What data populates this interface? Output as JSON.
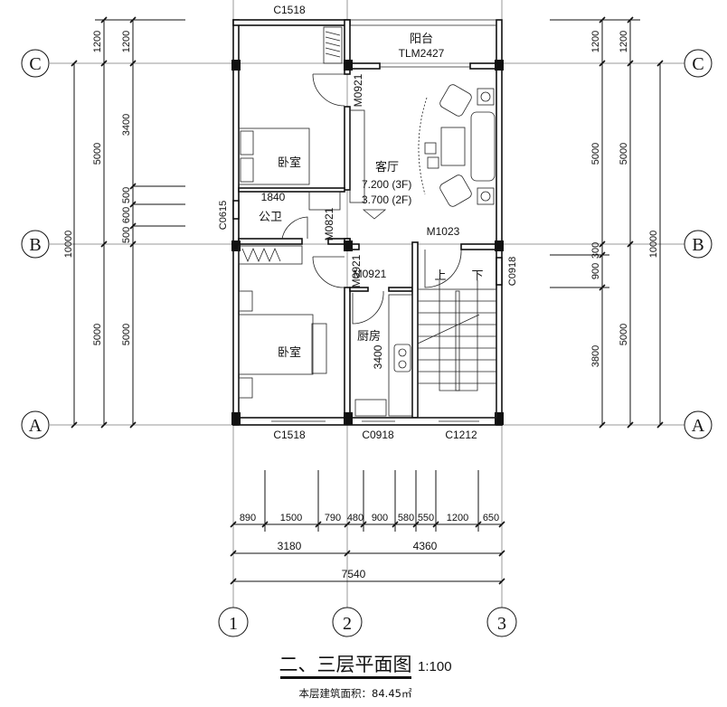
{
  "plan": {
    "title": "二、三层平面图",
    "scale": "1:100",
    "area_note": "本层建筑面积：84.45㎡",
    "axes": {
      "row_c": "C",
      "row_b": "B",
      "row_a": "A",
      "col_1": "1",
      "col_2": "2",
      "col_3": "3"
    },
    "rooms": {
      "bedroom_top": "卧室",
      "bedroom_bottom": "卧室",
      "living": "客厅",
      "balcony": "阳台",
      "bathroom": "公卫",
      "kitchen": "厨房",
      "stair_up": "上",
      "stair_down": "下"
    },
    "elevations": {
      "third": "7.200 (3F)",
      "second": "3.700 (2F)"
    },
    "openings": {
      "window_top": "C1518",
      "balcony_door": "TLM2427",
      "door_bedroom_top": "M0921",
      "door_bath": "M0821",
      "window_bath": "C0615",
      "door_entry": "M1023",
      "door_bedroom_bottom": "M0921",
      "door_bedroom_bottom_label": "M0921",
      "window_stair": "C0918",
      "window_bottom_1": "C1518",
      "window_bottom_2": "C0918",
      "window_bottom_3": "C1212"
    },
    "inner_dims": {
      "bath_width": "1840",
      "kitchen_length": "3400"
    },
    "dims_left": {
      "outer_total": "10000",
      "mid": [
        "1200",
        "5000",
        "5000"
      ],
      "inner": [
        "1200",
        "3400",
        "500",
        "600",
        "500",
        "5000"
      ]
    },
    "dims_right": {
      "outer_total": "10000",
      "mid": [
        "1200",
        "5000",
        "5000"
      ],
      "inner": [
        "1200",
        "5000",
        "300",
        "900",
        "3800"
      ]
    },
    "dims_bottom": {
      "row1": [
        "890",
        "1500",
        "790",
        "480",
        "900",
        "580",
        "550",
        "1200",
        "650"
      ],
      "row2": [
        "3180",
        "4360"
      ],
      "total": "7540"
    }
  }
}
